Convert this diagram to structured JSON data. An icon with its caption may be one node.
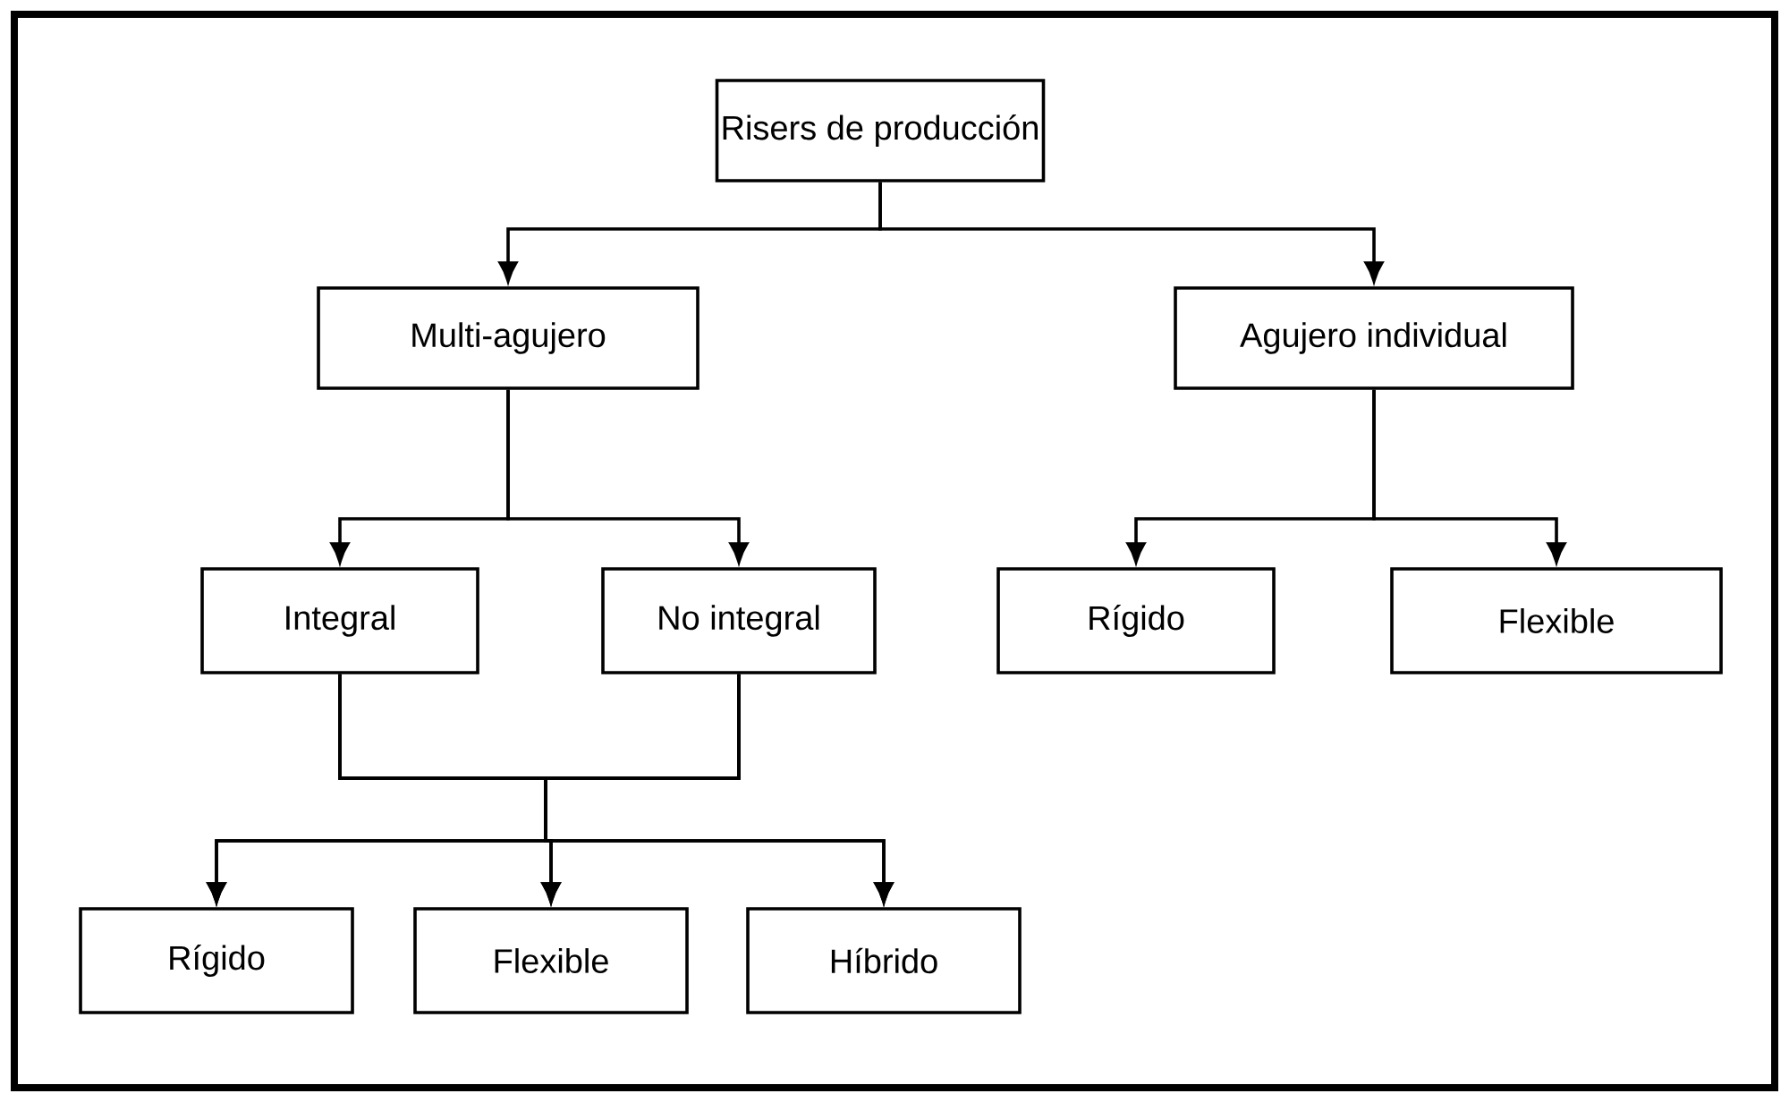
{
  "diagram": {
    "nodes": [
      {
        "text": [
          "Risers de producción"
        ]
      },
      {
        "text": [
          "Multi-agujero"
        ]
      },
      {
        "text": [
          "Agujero individual"
        ]
      },
      {
        "text": [
          "Integral"
        ]
      },
      {
        "text": [
          "No integral"
        ]
      },
      {
        "text": [
          "Rígido"
        ]
      },
      {
        "text": [
          "Flexible"
        ]
      },
      {
        "text": [
          "Rígido"
        ]
      },
      {
        "text": [
          "Flexible"
        ]
      },
      {
        "text": [
          "Híbrido"
        ]
      }
    ],
    "edges": [
      {
        "from": 0,
        "to": 1,
        "arrow": "to"
      },
      {
        "from": 0,
        "to": 2,
        "arrow": "to"
      },
      {
        "from": 1,
        "to": 3,
        "arrow": "to"
      },
      {
        "from": 1,
        "to": 4,
        "arrow": "to"
      },
      {
        "from": 2,
        "to": 5,
        "arrow": "to"
      },
      {
        "from": 2,
        "to": 6,
        "arrow": "to"
      },
      {
        "from": 3,
        "to": 7,
        "arrow": "to"
      },
      {
        "from": 3,
        "to": 8,
        "arrow": "to"
      },
      {
        "from": 3,
        "to": 9,
        "arrow": "to"
      },
      {
        "from": 4,
        "to": 7,
        "arrow": "to"
      },
      {
        "from": 4,
        "to": 8,
        "arrow": "to"
      },
      {
        "from": 4,
        "to": 9,
        "arrow": "to"
      }
    ]
  }
}
